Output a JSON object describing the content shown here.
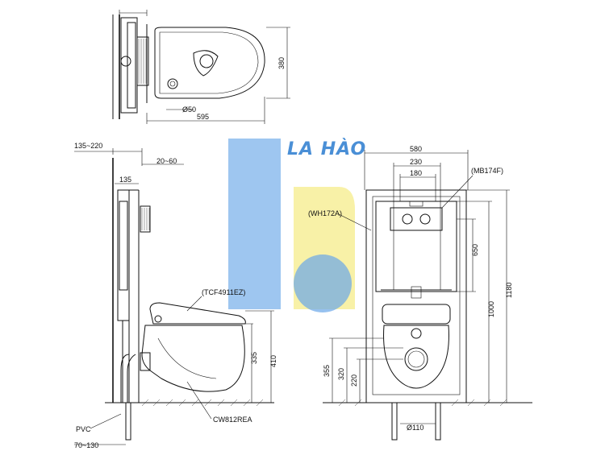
{
  "watermark": {
    "brand_text": "LA HÀO",
    "blue": "#6aa7e8",
    "yellow": "#f5ec8a",
    "text_color": "#4a8fd6"
  },
  "top_view": {
    "dim_depth": "380",
    "dim_pipe": "Ø50",
    "dim_width": "595"
  },
  "side_view": {
    "dim_wall": "135~220",
    "dim_gap": "20~60",
    "dim_frame": "135",
    "label_seat": "(TCF4911EZ)",
    "dim_seat_height": "335",
    "dim_rim_height": "410",
    "label_pipe": "PVC",
    "dim_pipe_range": "70~130",
    "label_bowl": "CW812REA"
  },
  "front_view": {
    "dim_total_width": "580",
    "dim_plate_width": "230",
    "dim_inner_width": "180",
    "label_plate": "(MB174F)",
    "label_frame": "(WH172A)",
    "dim_plate_height": "650",
    "dim_frame_height": "1000",
    "dim_total_height": "1180",
    "dim_drain_355": "355",
    "dim_drain_320": "320",
    "dim_drain_220": "220",
    "dim_drain_dia": "Ø110"
  }
}
